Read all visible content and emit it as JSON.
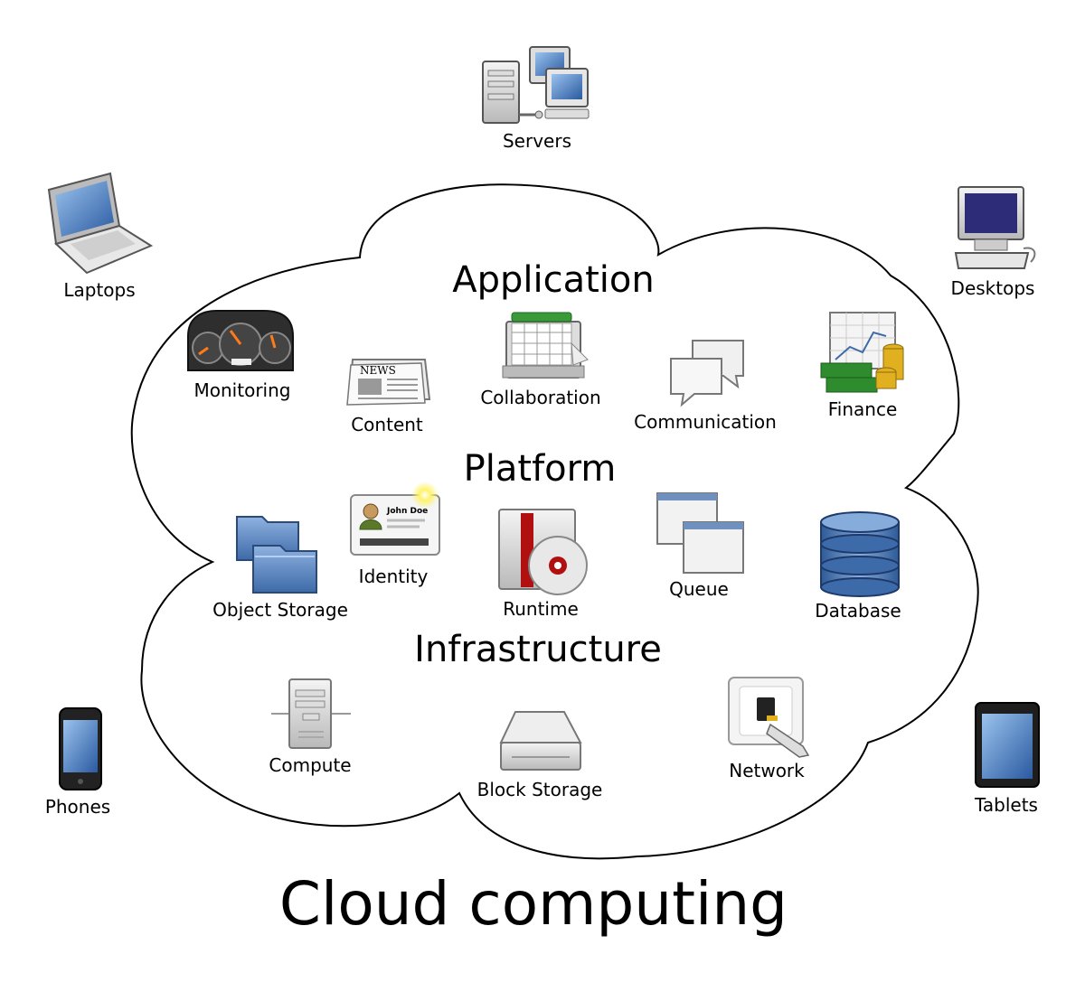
{
  "title": "Cloud computing",
  "layers": {
    "application": "Application",
    "platform": "Platform",
    "infrastructure": "Infrastructure"
  },
  "devices": {
    "servers": "Servers",
    "laptops": "Laptops",
    "desktops": "Desktops",
    "phones": "Phones",
    "tablets": "Tablets"
  },
  "application_items": {
    "monitoring": "Monitoring",
    "content": "Content",
    "collaboration": "Collaboration",
    "communication": "Communication",
    "finance": "Finance"
  },
  "platform_items": {
    "object_storage": "Object Storage",
    "identity": "Identity",
    "runtime": "Runtime",
    "queue": "Queue",
    "database": "Database"
  },
  "infrastructure_items": {
    "compute": "Compute",
    "block_storage": "Block Storage",
    "network": "Network"
  },
  "icon_text": {
    "news": "NEWS",
    "id_name": "John Doe"
  },
  "colors": {
    "cloud_stroke": "#000000",
    "icon_blue": "#3d6aa8",
    "calendar_green": "#3a9a3a",
    "runtime_red": "#b01010",
    "coin_gold": "#e0b020",
    "money_green": "#2e8b2e"
  }
}
